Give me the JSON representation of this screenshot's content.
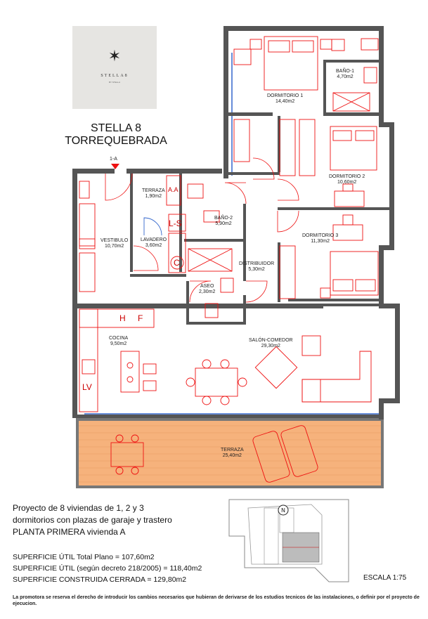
{
  "logo": {
    "symbol": "✶",
    "name": "STELLA8",
    "subtitle": "BY STELLA"
  },
  "title": {
    "line1": "STELLA 8",
    "line2": "TORREQUEBRADA"
  },
  "plan": {
    "entry_label": "1-A",
    "rooms": [
      {
        "name": "DORMITORIO 1",
        "area": "14,40m2"
      },
      {
        "name": "BAÑO-1",
        "area": "4,70m2"
      },
      {
        "name": "DORMITORIO 2",
        "area": "10,60m2"
      },
      {
        "name": "TERRAZA",
        "area": "1,90m2"
      },
      {
        "name": "BAÑO-2",
        "area": "5,90m2"
      },
      {
        "name": "DORMITORIO 3",
        "area": "11,30m2"
      },
      {
        "name": "VESTIBULO",
        "area": "10,70m2"
      },
      {
        "name": "LAVADERO",
        "area": "3,60m2"
      },
      {
        "name": "DISTRIBUIDOR",
        "area": "5,30m2"
      },
      {
        "name": "ASEO",
        "area": "2,30m2"
      },
      {
        "name": "COCINA",
        "area": "9,50m2"
      },
      {
        "name": "SALÓN-COMEDOR",
        "area": "29,30m2"
      },
      {
        "name": "TERRAZA",
        "area": "25,40m2"
      }
    ],
    "fixtures": {
      "aa": "A.A",
      "ls": "L-S",
      "c": "C",
      "h": "H",
      "f": "F",
      "lv": "LV"
    }
  },
  "info": {
    "line1": "Proyecto de 8 viviendas de 1, 2 y 3",
    "line2": "dormitorios con plazas de garaje y trastero",
    "line3": "PLANTA PRIMERA vivienda A"
  },
  "superficies": [
    {
      "label": "SUPERFICIE ÚTIL",
      "detail": "Total Plano = 107,60m2"
    },
    {
      "label": "SUPERFICIE ÚTIL",
      "detail": "(según decreto 218/2005) = 118,40m2"
    },
    {
      "label": "SUPERFICIE CONSTRUIDA CERRADA",
      "detail": "= 129,80m2"
    }
  ],
  "keyplan": {
    "north_symbol": "N"
  },
  "escala": "ESCALA 1:75",
  "disclaimer": "La promotora se reserva el derecho de introducir los cambios necesarios que hubieran de derivarse de los estudios tecnicos de las instalaciones, o definir por el proyecto de ejecucion.",
  "colors": {
    "wall": "#555555",
    "furniture": "#ee1111",
    "terrace": "#f6b27c",
    "glass": "#3366cc",
    "logo_bg": "#e6e5e2"
  }
}
